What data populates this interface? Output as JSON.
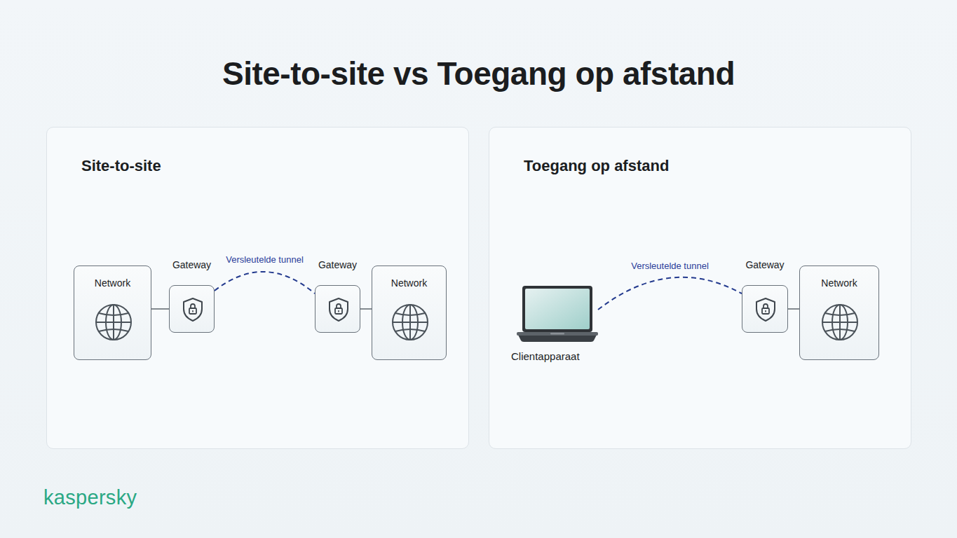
{
  "diagram": {
    "title": "Site-to-site vs Toegang op afstand",
    "nodes": [
      {
        "text": [
          "Site-to-site"
        ]
      },
      {
        "text": [
          "Network"
        ],
        "in": 0
      },
      {
        "text": [
          "Gateway"
        ],
        "in": 0
      },
      {
        "text": [
          "Gateway"
        ],
        "in": 0
      },
      {
        "text": [
          "Network"
        ],
        "in": 0
      },
      {
        "text": [
          "Toegang op afstand"
        ]
      },
      {
        "text": [
          "Clientapparaat"
        ],
        "in": 5
      },
      {
        "text": [
          "Gateway"
        ],
        "in": 5
      },
      {
        "text": [
          "Network"
        ],
        "in": 5
      }
    ],
    "edges": [
      {
        "from": 1,
        "to": 2,
        "arrow": "none"
      },
      {
        "from": 2,
        "to": 3,
        "label": "Versleutelde tunnel",
        "arrow": "none"
      },
      {
        "from": 3,
        "to": 4,
        "arrow": "none"
      },
      {
        "from": 6,
        "to": 7,
        "label": "Versleutelde tunnel",
        "arrow": "none"
      },
      {
        "from": 7,
        "to": 8,
        "arrow": "none"
      }
    ],
    "labels": [
      "kaspersky"
    ]
  }
}
